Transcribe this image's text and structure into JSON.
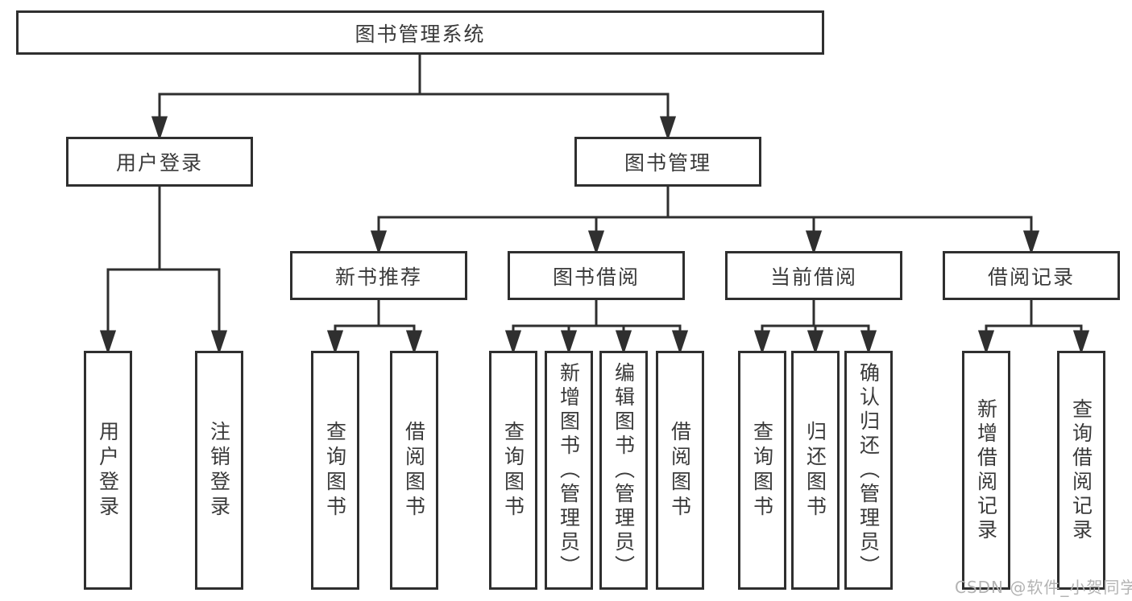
{
  "diagram": {
    "title_node": {
      "label": "图书管理系统"
    },
    "level2": [
      {
        "label": "用户登录"
      },
      {
        "label": "图书管理"
      }
    ],
    "level3": [
      {
        "label": "新书推荐"
      },
      {
        "label": "图书借阅"
      },
      {
        "label": "当前借阅"
      },
      {
        "label": "借阅记录"
      }
    ],
    "leaves": [
      {
        "label": "用户登录"
      },
      {
        "label": "注销登录"
      },
      {
        "label": "查询图书"
      },
      {
        "label": "借阅图书"
      },
      {
        "label": "查询图书"
      },
      {
        "label": "新增图书（管理员）"
      },
      {
        "label": "编辑图书（管理员）"
      },
      {
        "label": "借阅图书"
      },
      {
        "label": "查询图书"
      },
      {
        "label": "归还图书"
      },
      {
        "label": "确认归还（管理员）"
      },
      {
        "label": "新增借阅记录"
      },
      {
        "label": "查询借阅记录"
      }
    ],
    "hierarchy": {
      "图书管理系统": [
        "用户登录",
        "图书管理"
      ],
      "用户登录": [
        "用户登录",
        "注销登录"
      ],
      "图书管理": [
        "新书推荐",
        "图书借阅",
        "当前借阅",
        "借阅记录"
      ],
      "新书推荐": [
        "查询图书",
        "借阅图书"
      ],
      "图书借阅": [
        "查询图书",
        "新增图书（管理员）",
        "编辑图书（管理员）",
        "借阅图书"
      ],
      "当前借阅": [
        "查询图书",
        "归还图书",
        "确认归还（管理员）"
      ],
      "借阅记录": [
        "新增借阅记录",
        "查询借阅记录"
      ]
    },
    "colors": {
      "line": "#2f2f2f",
      "text": "#3a3a3a",
      "watermark": "#b3b3b3",
      "background": "#ffffff"
    },
    "watermark": {
      "text": "CSDN @软件_小贺同学"
    }
  }
}
